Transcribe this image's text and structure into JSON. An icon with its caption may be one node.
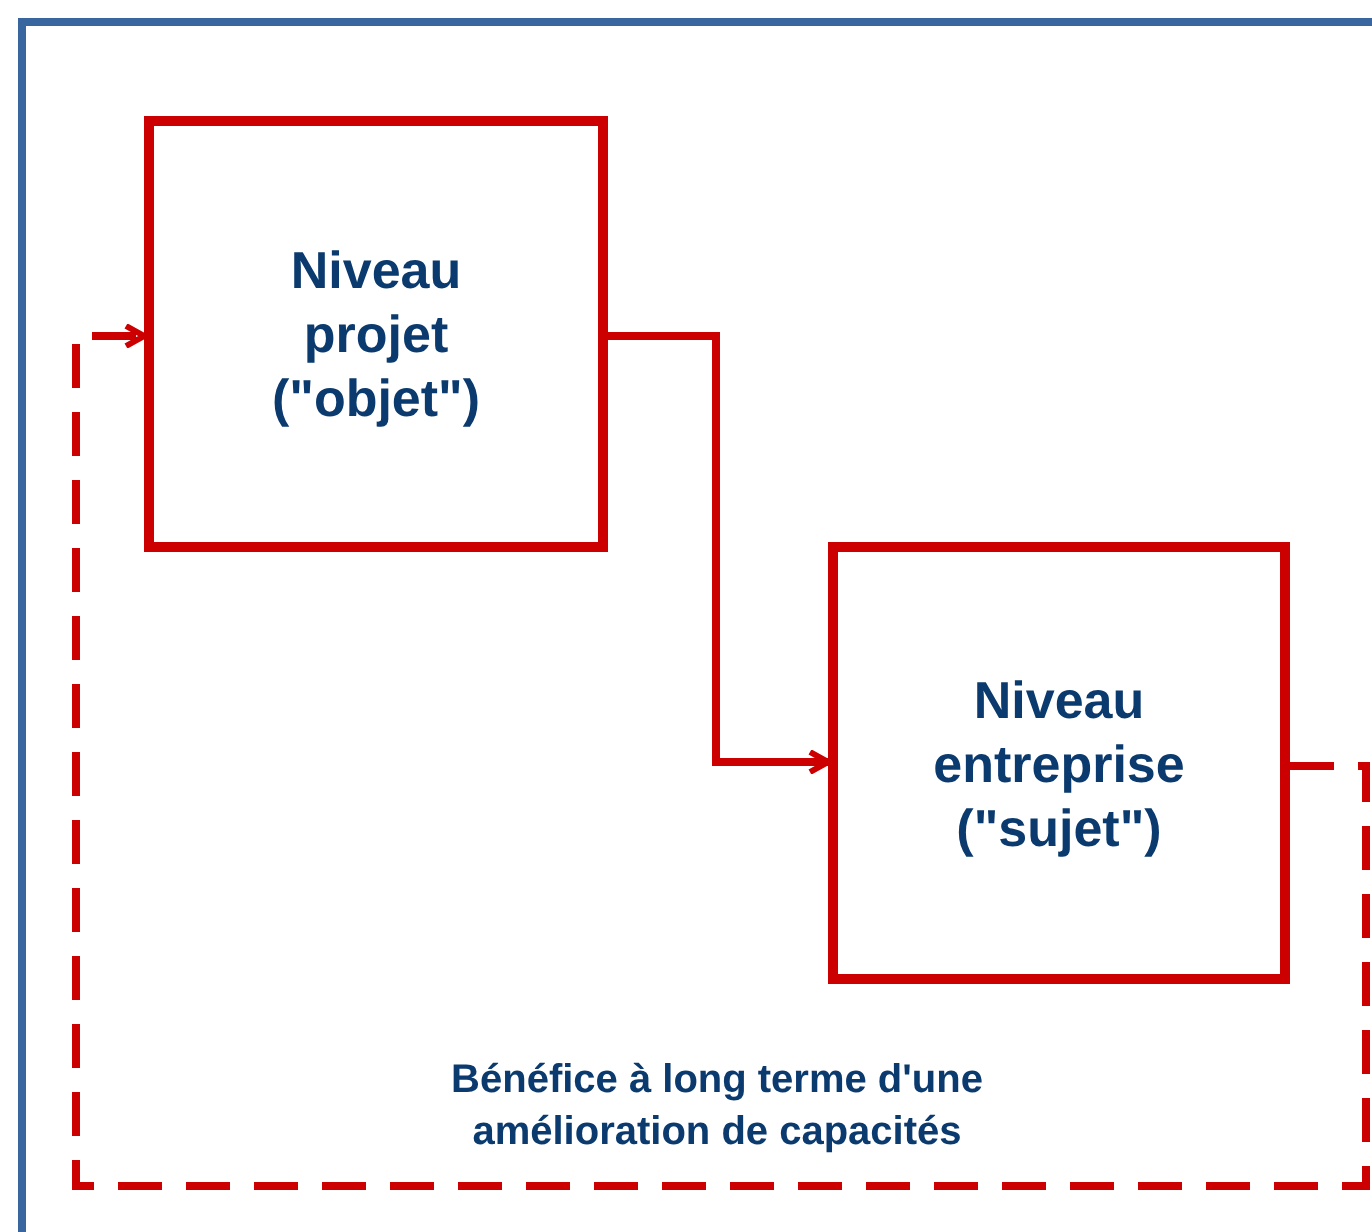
{
  "diagram": {
    "nodes": [
      {
        "text": [
          "Niveau projet (\"objet\")"
        ]
      },
      {
        "text": [
          "Niveau entreprise (\"sujet\")"
        ]
      }
    ],
    "edges": [
      {
        "from": 0,
        "to": 1,
        "arrow": "to"
      },
      {
        "from": 1,
        "to": 0,
        "arrow": "to",
        "style": "dashed",
        "label": "Bénéfice à long terme d'une amélioration de capacités"
      }
    ]
  }
}
